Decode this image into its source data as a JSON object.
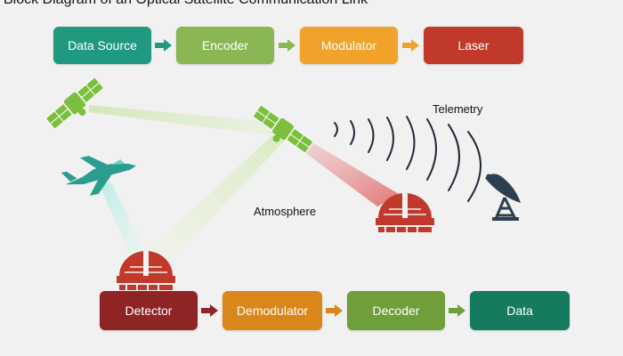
{
  "title": "Block Diagram of an Optical Satellite Communication Link",
  "top_chain": [
    {
      "label": "Data Source",
      "color": "#1f9a80"
    },
    {
      "label": "Encoder",
      "color": "#8ab754"
    },
    {
      "label": "Modulator",
      "color": "#f0a22a"
    },
    {
      "label": "Laser",
      "color": "#c0392b"
    }
  ],
  "bottom_chain": [
    {
      "label": "Detector",
      "color": "#8e2424"
    },
    {
      "label": "Demodulator",
      "color": "#d9861a"
    },
    {
      "label": "Decoder",
      "color": "#6f9e3b"
    },
    {
      "label": "Data",
      "color": "#157a5e"
    }
  ],
  "labels": {
    "telemetry": "Telemetry",
    "atmosphere": "Atmosphere"
  },
  "icons": [
    "satellite-icon",
    "relay-satellite-icon",
    "fighter-jet-icon",
    "observatory-dome-icon",
    "radar-dish-icon"
  ],
  "colors": {
    "satellite": "#7cbf3f",
    "dome": "#c0392b",
    "jet": "#2a9d8f",
    "dish": "#2c3e50",
    "telemetry_waves": "#1e2a38"
  }
}
